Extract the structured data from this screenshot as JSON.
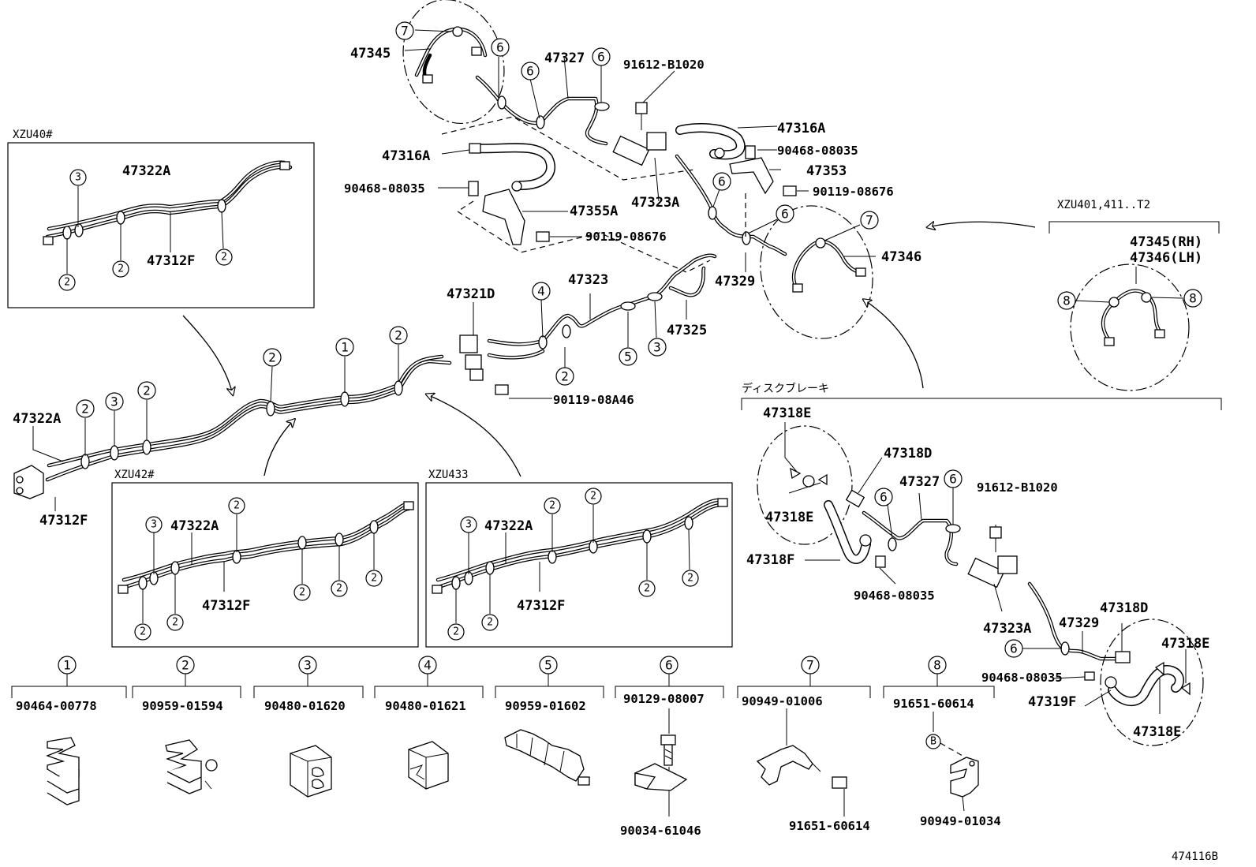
{
  "labels": {
    "p47345_top": "47345",
    "p47327_top": "47327",
    "p91612_top": "91612-B1020",
    "p47316A_r": "47316A",
    "p90468_r": "90468-08035",
    "p47353": "47353",
    "p90119_r": "90119-08676",
    "p47316A_l": "47316A",
    "p90468_l": "90468-08035",
    "p47355A": "47355A",
    "p47323A_top": "47323A",
    "p90119_l": "90119-08676",
    "p47346": "47346",
    "p47329_top": "47329",
    "p47321D": "47321D",
    "p47323": "47323",
    "p47325": "47325",
    "p90119_08A46": "90119-08A46",
    "p47322A_main": "47322A",
    "p47312F_main": "47312F",
    "xzu40": "XZU40#",
    "xzu40_47322A": "47322A",
    "xzu40_47312F": "47312F",
    "xzu42": "XZU42#",
    "xzu42_47322A": "47322A",
    "xzu42_47312F": "47312F",
    "xzu433": "XZU433",
    "xzu433_47322A": "47322A",
    "xzu433_47312F": "47312F",
    "xzu401": "XZU401,411..T2",
    "p47345rh": "47345(RH)",
    "p47346lh": "47346(LH)",
    "disc": "ディスクブレーキ",
    "d47318E_a": "47318E",
    "d47318D_a": "47318D",
    "d47318E_b": "47318E",
    "d47318F": "47318F",
    "d47327": "47327",
    "d91612": "91612-B1020",
    "d90468_a": "90468-08035",
    "d47323A": "47323A",
    "d47329": "47329",
    "d47318D_b": "47318D",
    "d47318E_c": "47318E",
    "d90468_b": "90468-08035",
    "d47319F": "47319F",
    "d47318E_d": "47318E",
    "footer": "474116B"
  },
  "legend": [
    {
      "num": "1",
      "part": "90464-00778"
    },
    {
      "num": "2",
      "part": "90959-01594"
    },
    {
      "num": "3",
      "part": "90480-01620"
    },
    {
      "num": "4",
      "part": "90480-01621"
    },
    {
      "num": "5",
      "part": "90959-01602"
    },
    {
      "num": "6",
      "part": "90129-08007",
      "sub": "90034-61046"
    },
    {
      "num": "7",
      "part": "90949-01006",
      "sub": "91651-60614"
    },
    {
      "num": "8",
      "part": "91651-60614",
      "sub": "90949-01034",
      "mark": "B"
    }
  ],
  "callouts": {
    "c1": "1",
    "c2": "2",
    "c3": "3",
    "c4": "4",
    "c5": "5",
    "c6": "6",
    "c7": "7",
    "c8": "8"
  }
}
